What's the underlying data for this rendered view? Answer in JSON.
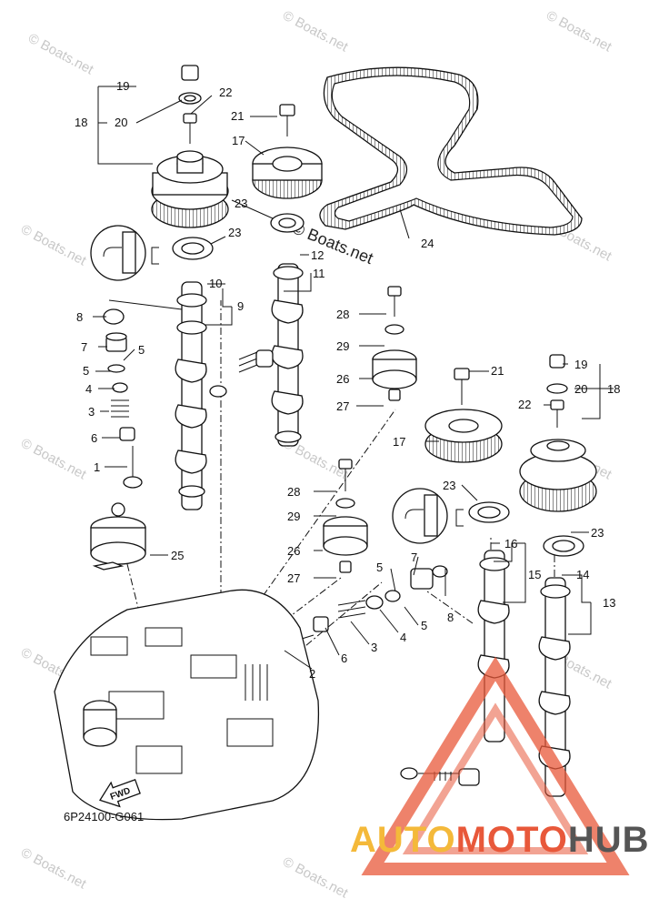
{
  "diagram_code": "6P24100-G061",
  "watermark": "© Boats.net",
  "center_watermark": "© Boats.net",
  "brand": {
    "part1": "AUTO",
    "part2": "MOTO",
    "part3": "HUB",
    "color1": "#f4b93a",
    "color2": "#e8583a",
    "color3": "#555555"
  },
  "fwd_label": "FWD",
  "callouts": {
    "n1": "1",
    "n2": "2",
    "n3": "3",
    "n3b": "3",
    "n4": "4",
    "n4b": "4",
    "n5a": "5",
    "n5b": "5",
    "n5c": "5",
    "n5d": "5",
    "n6": "6",
    "n6b": "6",
    "n7": "7",
    "n7b": "7",
    "n8": "8",
    "n8b": "8",
    "n9": "9",
    "n10": "10",
    "n11": "11",
    "n12": "12",
    "n13": "13",
    "n14": "14",
    "n15": "15",
    "n16": "16",
    "n17": "17",
    "n17b": "17",
    "n18": "18",
    "n18b": "18",
    "n19": "19",
    "n19b": "19",
    "n20": "20",
    "n20b": "20",
    "n21": "21",
    "n21b": "21",
    "n22": "22",
    "n22b": "22",
    "n23a": "23",
    "n23b": "23",
    "n23c": "23",
    "n23d": "23",
    "n24": "24",
    "n25": "25",
    "n26": "26",
    "n26b": "26",
    "n27": "27",
    "n27b": "27",
    "n28": "28",
    "n28b": "28",
    "n29": "29",
    "n29b": "29"
  }
}
